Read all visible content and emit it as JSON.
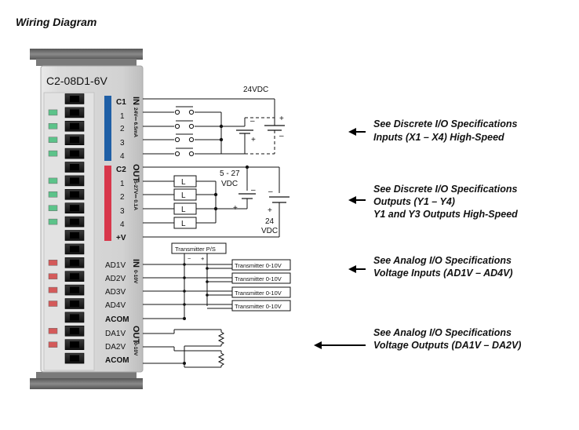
{
  "title": "Wiring Diagram",
  "module": {
    "model": "C2-08D1-6V"
  },
  "inputs": {
    "group_label": "IN",
    "spec": "24V⎓ 6.5mA",
    "terminals": [
      "C1",
      "1",
      "2",
      "3",
      "4"
    ],
    "supply_label": "24VDC",
    "minus": "–",
    "plus": "+"
  },
  "outputs": {
    "group_label": "OUT",
    "spec": "5-27V⎓ 0.1A",
    "terminals": [
      "C2",
      "1",
      "2",
      "3",
      "4",
      "+V"
    ],
    "load_label": "L",
    "supply1_lines": [
      "5 - 27",
      "VDC"
    ],
    "supply2_lines": [
      "24",
      "VDC"
    ],
    "minus": "–",
    "plus": "+"
  },
  "analog_inputs": {
    "group_label": "IN",
    "spec": "0-10V",
    "terminals": [
      "AD1V",
      "AD2V",
      "AD3V",
      "AD4V",
      "ACOM"
    ],
    "ps_label": "Transmitter P/S",
    "ps_minus": "−",
    "ps_plus": "+",
    "transmitter_label": "Transmitter 0-10V"
  },
  "analog_outputs": {
    "group_label": "OUT",
    "spec": "0-10V",
    "terminals": [
      "DA1V",
      "DA2V",
      "ACOM"
    ]
  },
  "notes": [
    {
      "line1": "See Discrete I/O Specifications",
      "line2": "Inputs (X1 – X4) High-Speed",
      "line3": ""
    },
    {
      "line1": "See Discrete I/O Specifications",
      "line2": "Outputs (Y1 – Y4)",
      "line3": "Y1 and Y3 Outputs High-Speed"
    },
    {
      "line1": "See Analog I/O Specifications",
      "line2": "Voltage Inputs (AD1V – AD4V)",
      "line3": ""
    },
    {
      "line1": "See Analog I/O Specifications",
      "line2": "Voltage Outputs (DA1V – DA2V)",
      "line3": ""
    }
  ],
  "colors": {
    "input_bar": "#1f5fa6",
    "output_bar": "#d8374b",
    "led_green": "#5cc38a",
    "led_red": "#d45a5a",
    "module_gray": "#d5d5d5",
    "end_cap": "#6d6d6d"
  }
}
